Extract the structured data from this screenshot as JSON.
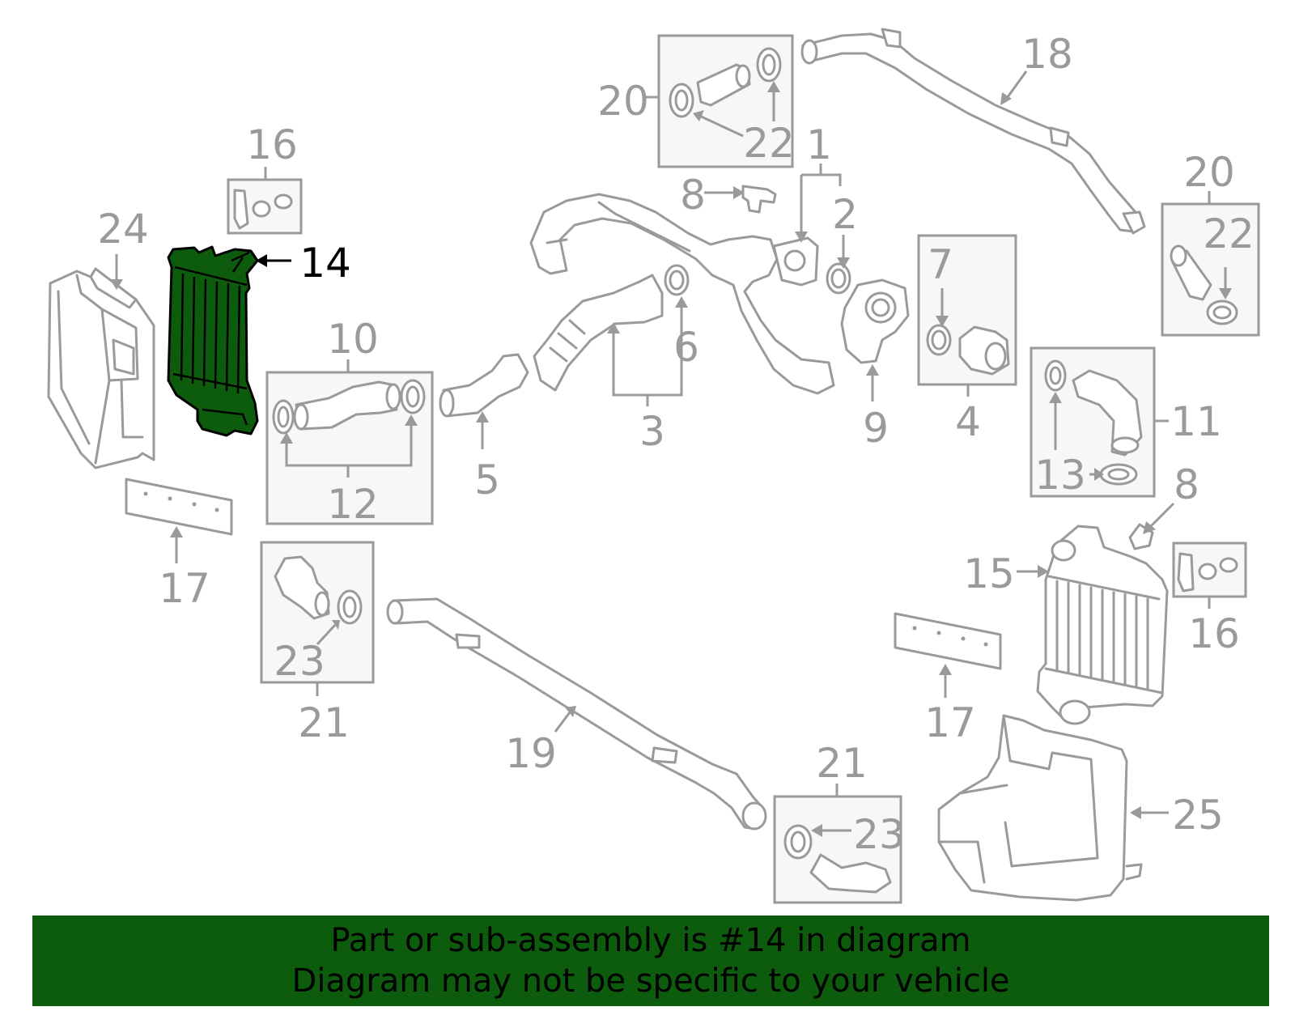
{
  "colors": {
    "highlight": "#0d5c0d",
    "banner": "#0d5c0d",
    "part_stroke": "#9a9a9a",
    "box_fill": "#f7f7f7"
  },
  "highlighted_part": "14",
  "labels": [
    {
      "id": "l1",
      "text": "1"
    },
    {
      "id": "l2",
      "text": "2"
    },
    {
      "id": "l3",
      "text": "3"
    },
    {
      "id": "l4",
      "text": "4"
    },
    {
      "id": "l5",
      "text": "5"
    },
    {
      "id": "l6",
      "text": "6"
    },
    {
      "id": "l7",
      "text": "7"
    },
    {
      "id": "l8a",
      "text": "8"
    },
    {
      "id": "l8b",
      "text": "8"
    },
    {
      "id": "l9",
      "text": "9"
    },
    {
      "id": "l10",
      "text": "10"
    },
    {
      "id": "l11",
      "text": "11"
    },
    {
      "id": "l12",
      "text": "12"
    },
    {
      "id": "l13",
      "text": "13"
    },
    {
      "id": "l14",
      "text": "14"
    },
    {
      "id": "l15",
      "text": "15"
    },
    {
      "id": "l16a",
      "text": "16"
    },
    {
      "id": "l16b",
      "text": "16"
    },
    {
      "id": "l17a",
      "text": "17"
    },
    {
      "id": "l17b",
      "text": "17"
    },
    {
      "id": "l18",
      "text": "18"
    },
    {
      "id": "l19",
      "text": "19"
    },
    {
      "id": "l20a",
      "text": "20"
    },
    {
      "id": "l20b",
      "text": "20"
    },
    {
      "id": "l21a",
      "text": "21"
    },
    {
      "id": "l21b",
      "text": "21"
    },
    {
      "id": "l22a",
      "text": "22"
    },
    {
      "id": "l22b",
      "text": "22"
    },
    {
      "id": "l23a",
      "text": "23"
    },
    {
      "id": "l23b",
      "text": "23"
    },
    {
      "id": "l24",
      "text": "24"
    },
    {
      "id": "l25",
      "text": "25"
    }
  ],
  "banner": {
    "line1": "Part or sub-assembly is #14 in diagram",
    "line2": "Diagram may not be specific to your vehicle"
  }
}
